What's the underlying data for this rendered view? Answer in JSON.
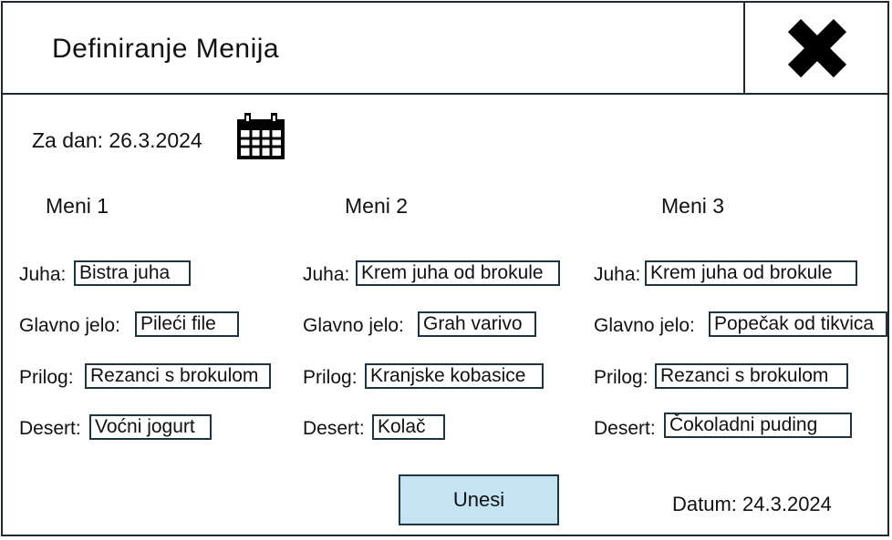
{
  "window": {
    "title": "Definiranje Menija",
    "close_icon": "close-x-icon"
  },
  "date_selector": {
    "label": "Za dan: 26.3.2024",
    "icon": "calendar-icon"
  },
  "menus": [
    {
      "title": "Meni 1",
      "fields": [
        {
          "label": "Juha:",
          "value": "Bistra juha"
        },
        {
          "label": "Glavno jelo:",
          "value": "Pileći file"
        },
        {
          "label": "Prilog:",
          "value": "Rezanci s brokulom"
        },
        {
          "label": "Desert:",
          "value": "Voćni jogurt"
        }
      ]
    },
    {
      "title": "Meni 2",
      "fields": [
        {
          "label": "Juha:",
          "value": "Krem juha od brokule"
        },
        {
          "label": "Glavno jelo:",
          "value": "Grah varivo"
        },
        {
          "label": "Prilog:",
          "value": "Kranjske kobasice"
        },
        {
          "label": "Desert:",
          "value": "Kolač"
        }
      ]
    },
    {
      "title": "Meni 3",
      "fields": [
        {
          "label": "Juha:",
          "value": "Krem juha od brokule"
        },
        {
          "label": "Glavno jelo:",
          "value": "Popečak od tikvica"
        },
        {
          "label": "Prilog:",
          "value": "Rezanci s brokulom"
        },
        {
          "label": "Desert:",
          "value": "Čokoladni puding"
        }
      ]
    }
  ],
  "actions": {
    "submit_label": "Unesi"
  },
  "footer": {
    "date_label": "Datum: 24.3.2024"
  },
  "colors": {
    "border": "#1f3540",
    "button_fill": "#c5e3f3"
  }
}
